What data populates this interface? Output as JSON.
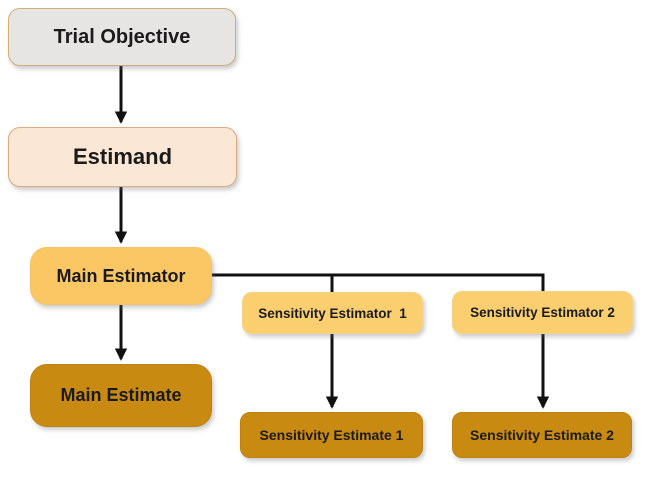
{
  "palette": {
    "background": "#FFFFFF",
    "node_gray": "#E6E5E3",
    "node_peach": "#FBE7D5",
    "node_amber": "#FBC765",
    "node_amber_light": "#FBCF6F",
    "node_gold_dark": "#C98A12",
    "border_tan": "#CBB077",
    "connector": "#111111",
    "text": "#1B1B1B"
  },
  "nodes": {
    "trial_objective": {
      "label": "Trial Objective"
    },
    "estimand": {
      "label": "Estimand"
    },
    "main_estimator": {
      "label": "Main Estimator"
    },
    "main_estimate": {
      "label": "Main Estimate"
    },
    "sensitivity_estimator_1": {
      "label": "Sensitivity Estimator  1"
    },
    "sensitivity_estimator_2": {
      "label": "Sensitivity Estimator 2"
    },
    "sensitivity_estimate_1": {
      "label": "Sensitivity Estimate 1"
    },
    "sensitivity_estimate_2": {
      "label": "Sensitivity Estimate 2"
    }
  },
  "edges": [
    {
      "from": "trial_objective",
      "to": "estimand",
      "arrow": true
    },
    {
      "from": "estimand",
      "to": "main_estimator",
      "arrow": true
    },
    {
      "from": "main_estimator",
      "to": "main_estimate",
      "arrow": true
    },
    {
      "from": "main_estimator",
      "to": "sensitivity_estimator_1",
      "arrow": false
    },
    {
      "from": "main_estimator",
      "to": "sensitivity_estimator_2",
      "arrow": false
    },
    {
      "from": "sensitivity_estimator_1",
      "to": "sensitivity_estimate_1",
      "arrow": true
    },
    {
      "from": "sensitivity_estimator_2",
      "to": "sensitivity_estimate_2",
      "arrow": true
    }
  ]
}
